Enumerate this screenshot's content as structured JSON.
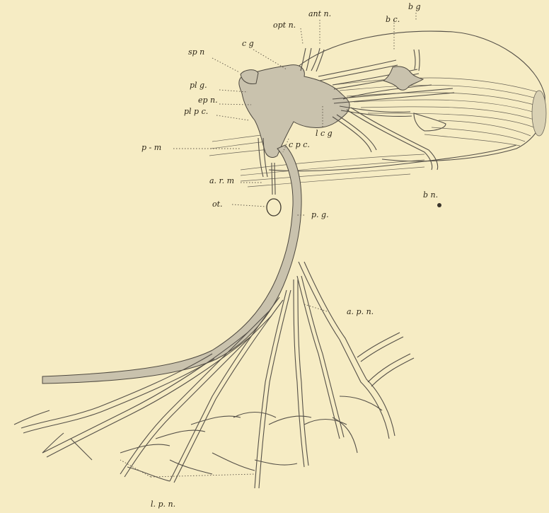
{
  "labels": {
    "opt_n": "opt n.",
    "ant_n": "ant n.",
    "b_c": "b c.",
    "b_g": "b g",
    "c_g": "c g",
    "sp_n": "sp n",
    "pl_g": "pl g.",
    "ep_n": "ep n.",
    "pl_p_c": "pl p c.",
    "p_m": "p - m",
    "l_c_g": "l c g",
    "c_p_c": "c p c.",
    "a_r_m": "a. r. m",
    "ot": "ot.",
    "b_n": "b n.",
    "p_g": "p. g.",
    "a_p_n": "a. p. n.",
    "l_p_n": "l. p. n."
  },
  "colors": {
    "background": "#f6ecc4",
    "ink": "#2b2416",
    "nerve_fill": "#c9c2ad"
  }
}
